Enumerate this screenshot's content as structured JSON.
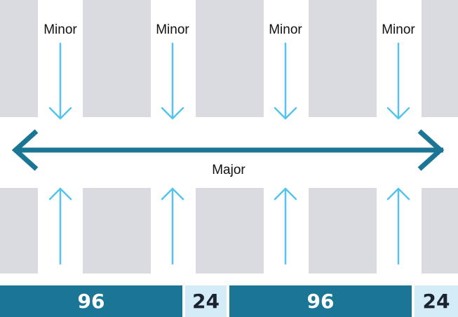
{
  "diagram": {
    "minor_labels": [
      "Minor",
      "Minor",
      "Minor",
      "Minor"
    ],
    "major_label": "Major",
    "columns": [
      "96",
      "24",
      "96",
      "24"
    ],
    "colors": {
      "block": "#d9dbe1",
      "minor_arrow": "#55c3ef",
      "major_arrow": "#1a7694",
      "column_dark": "#1a7694",
      "column_light": "#d3ecf8"
    }
  }
}
